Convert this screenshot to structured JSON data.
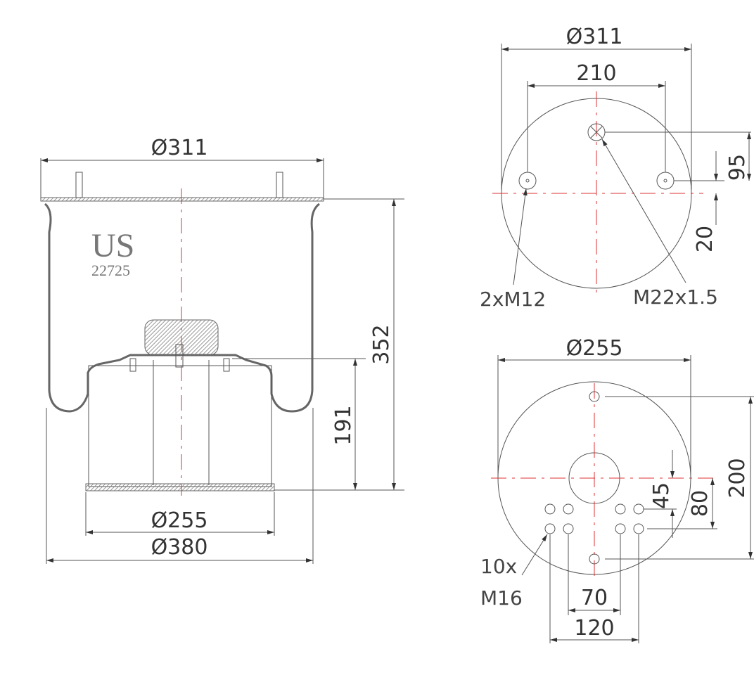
{
  "logo": {
    "brand": "US",
    "part_number": "22725"
  },
  "side_view": {
    "top_diameter": "Ø311",
    "height_total": "352",
    "height_piston": "191",
    "piston_diameter": "Ø255",
    "max_diameter": "Ø380"
  },
  "top_plate_view": {
    "diameter": "Ø311",
    "stud_spacing": "210",
    "valve_offset": "95",
    "stud_offset": "20",
    "stud_label": "2xM12",
    "valve_label": "M22x1.5"
  },
  "bottom_plate_view": {
    "diameter": "Ø255",
    "hole_spacing": "200",
    "row_offset": "45",
    "row_spacing": "80",
    "inner_spacing": "70",
    "outer_spacing": "120",
    "hole_count": "10x",
    "hole_thread": "M16"
  },
  "colors": {
    "line": "#555555",
    "centerline": "#dd3333"
  }
}
